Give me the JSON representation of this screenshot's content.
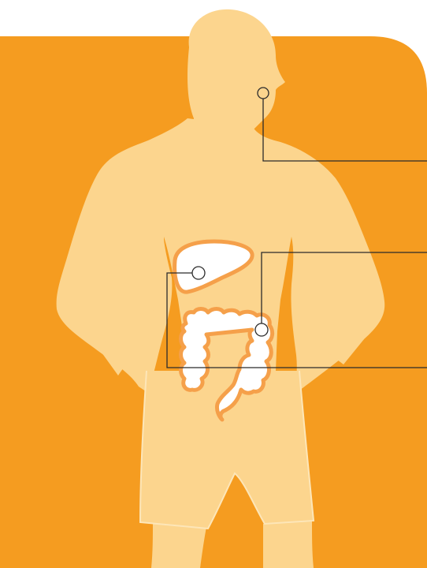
{
  "colors": {
    "background": "#ffffff",
    "panel": "#f59c20",
    "body_silhouette": "#fcd58e",
    "body_outline": "#fde6b8",
    "organ_fill": "#ffffff",
    "organ_outline": "#f5a04a",
    "callout_line": "#2b2b2b"
  },
  "figure": {
    "subject": "male-torso-silhouette",
    "organs": [
      "liver",
      "large-intestine"
    ],
    "callouts": [
      {
        "name": "throat-callout",
        "target": "throat"
      },
      {
        "name": "colon-callout",
        "target": "large-intestine"
      },
      {
        "name": "liver-callout",
        "target": "liver"
      }
    ]
  }
}
